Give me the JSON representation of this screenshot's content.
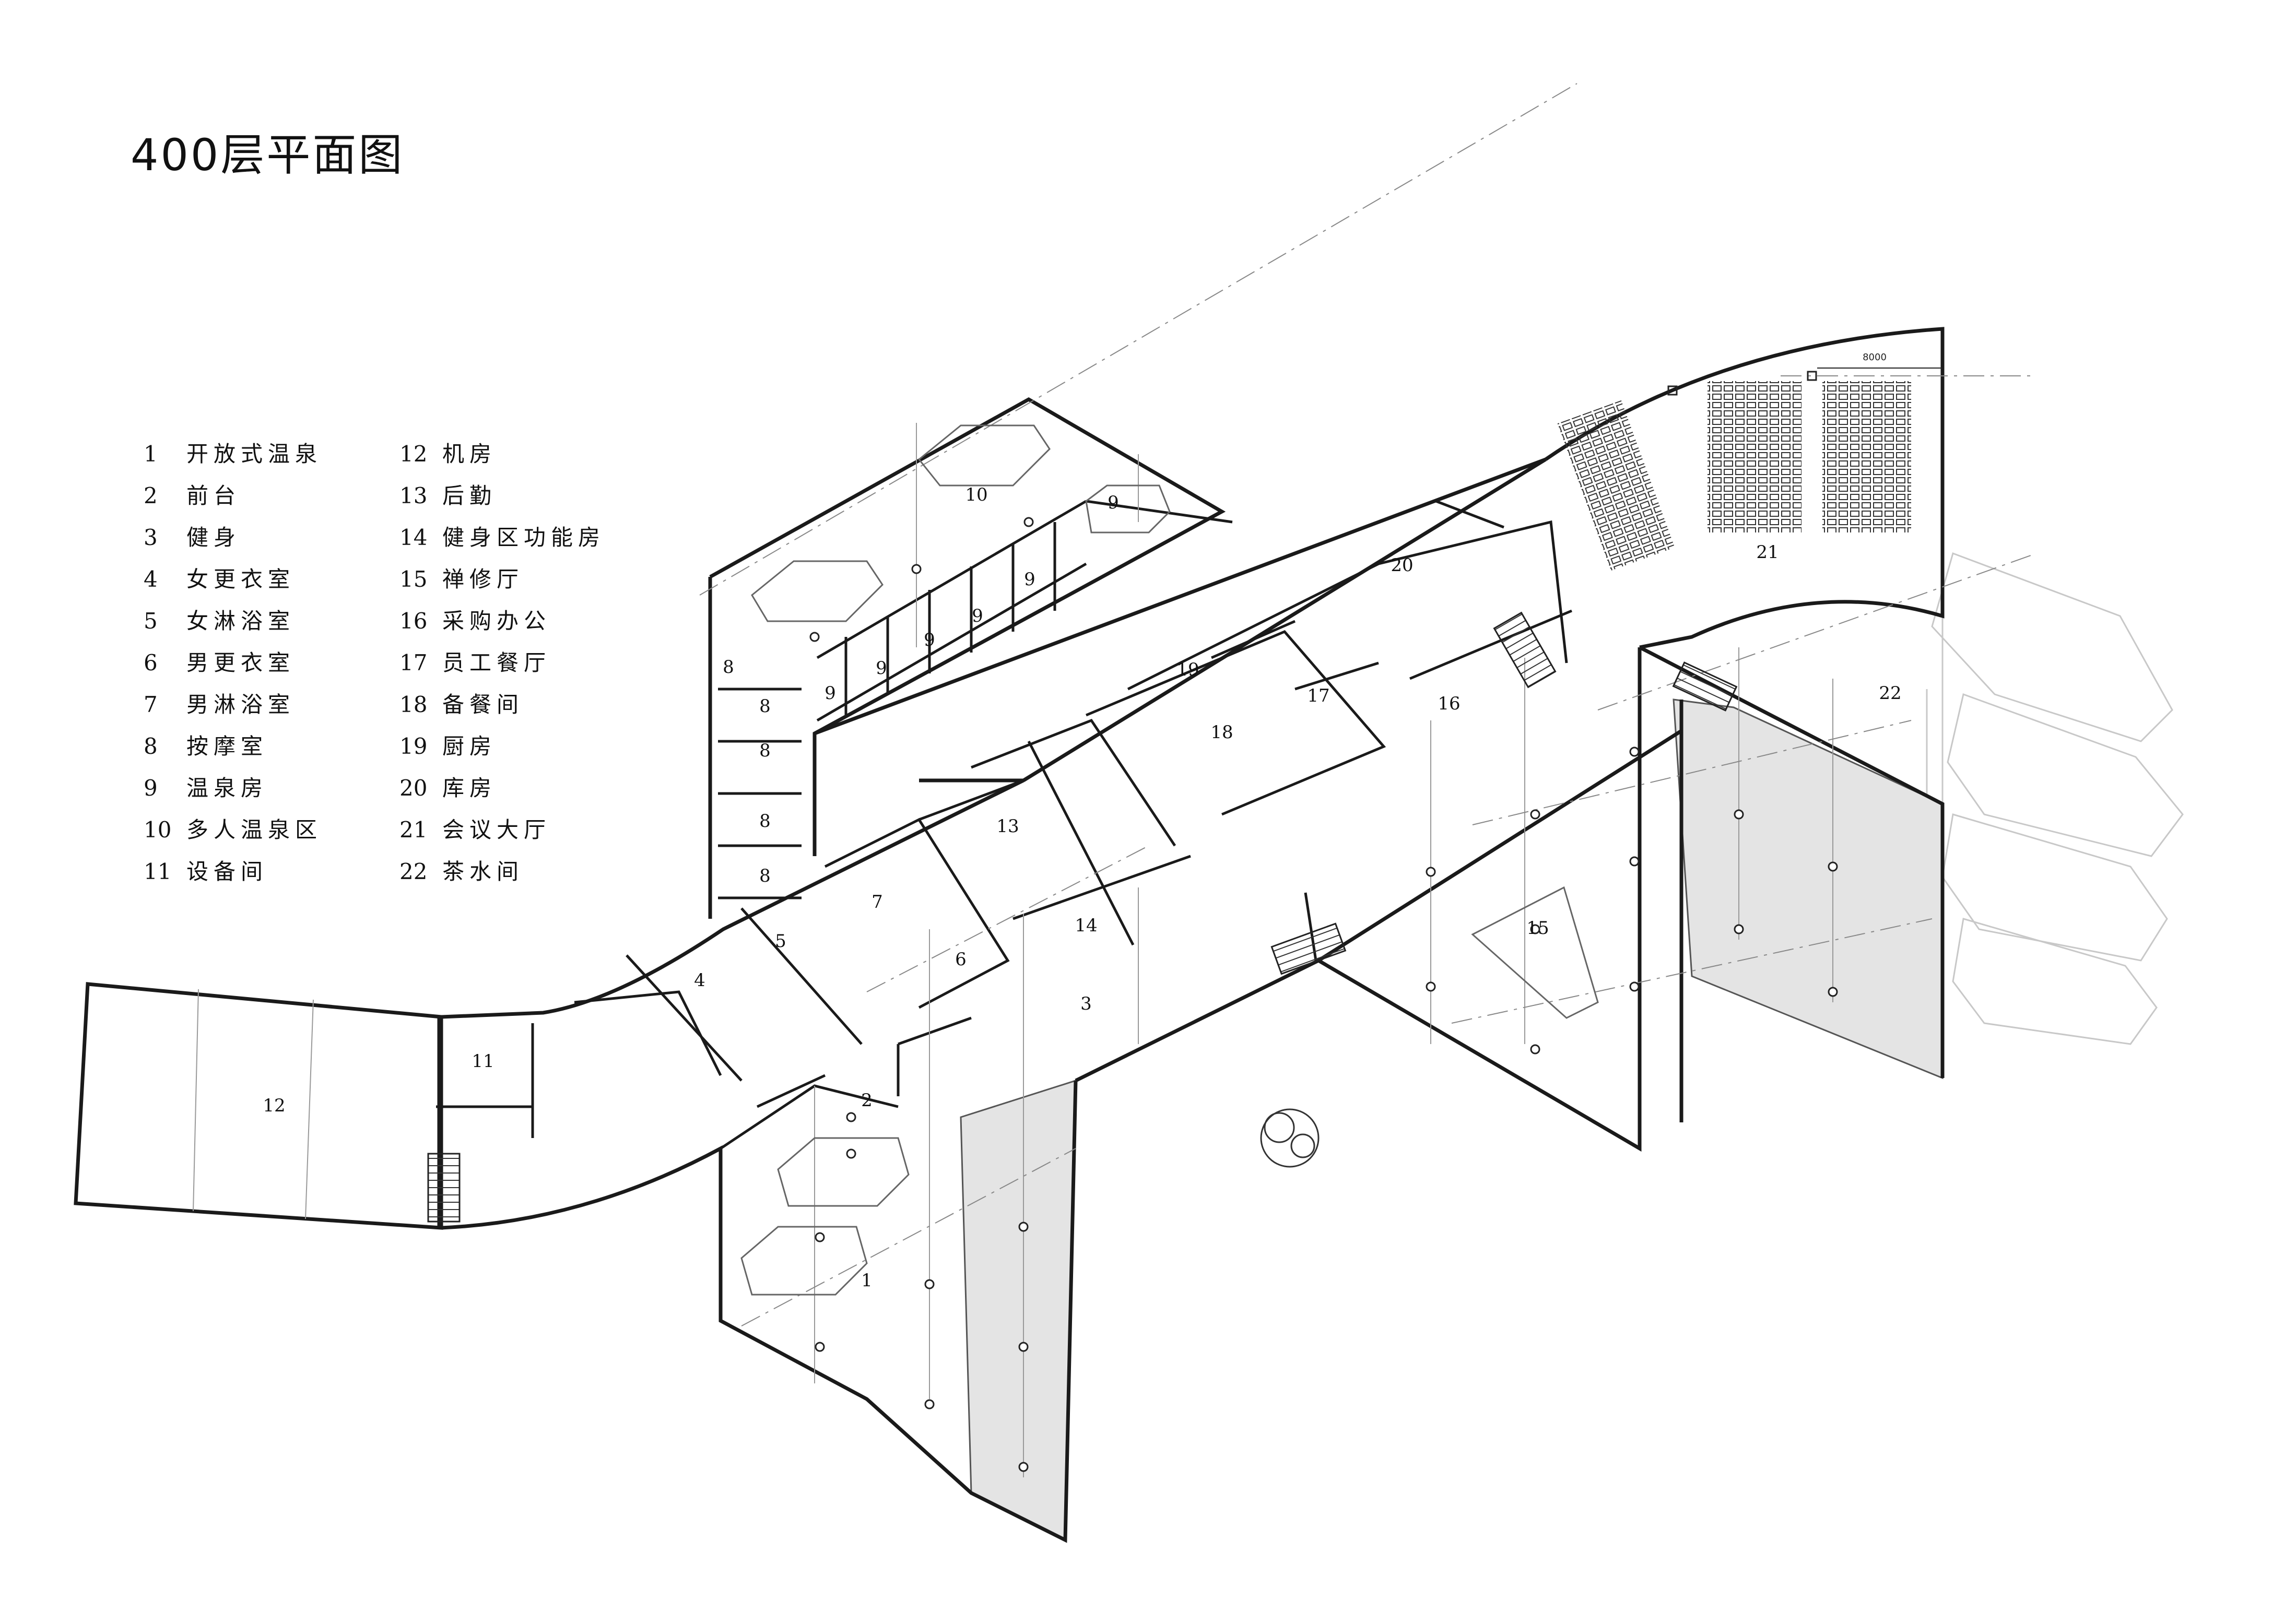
{
  "title": "400层平面图",
  "legend": [
    {
      "num": "1",
      "name": "开放式温泉"
    },
    {
      "num": "2",
      "name": "前台"
    },
    {
      "num": "3",
      "name": "健身"
    },
    {
      "num": "4",
      "name": "女更衣室"
    },
    {
      "num": "5",
      "name": "女淋浴室"
    },
    {
      "num": "6",
      "name": "男更衣室"
    },
    {
      "num": "7",
      "name": "男淋浴室"
    },
    {
      "num": "8",
      "name": "按摩室"
    },
    {
      "num": "9",
      "name": "温泉房"
    },
    {
      "num": "10",
      "name": "多人温泉区"
    },
    {
      "num": "11",
      "name": "设备间"
    },
    {
      "num": "12",
      "name": "机房"
    },
    {
      "num": "13",
      "name": "后勤"
    },
    {
      "num": "14",
      "name": "健身区功能房"
    },
    {
      "num": "15",
      "name": "禅修厅"
    },
    {
      "num": "16",
      "name": "采购办公"
    },
    {
      "num": "17",
      "name": "员工餐厅"
    },
    {
      "num": "18",
      "name": "备餐间"
    },
    {
      "num": "19",
      "name": "厨房"
    },
    {
      "num": "20",
      "name": "库房"
    },
    {
      "num": "21",
      "name": "会议大厅"
    },
    {
      "num": "22",
      "name": "茶水间"
    }
  ],
  "room_labels": {
    "r1": "1",
    "r2": "2",
    "r3": "3",
    "r4": "4",
    "r5": "5",
    "r6": "6",
    "r7": "7",
    "r8": "8",
    "r9": "9",
    "r10": "10",
    "r11": "11",
    "r12": "12",
    "r13": "13",
    "r14": "14",
    "r15": "15",
    "r16": "16",
    "r17": "17",
    "r18": "18",
    "r19": "19",
    "r20": "20",
    "r21": "21",
    "r22": "22"
  },
  "dimension_text": "8000",
  "colors": {
    "line": "#1a1a1a",
    "thin": "#888888",
    "hatch": "#e6e6e6",
    "ghost": "#c8c8c8"
  }
}
